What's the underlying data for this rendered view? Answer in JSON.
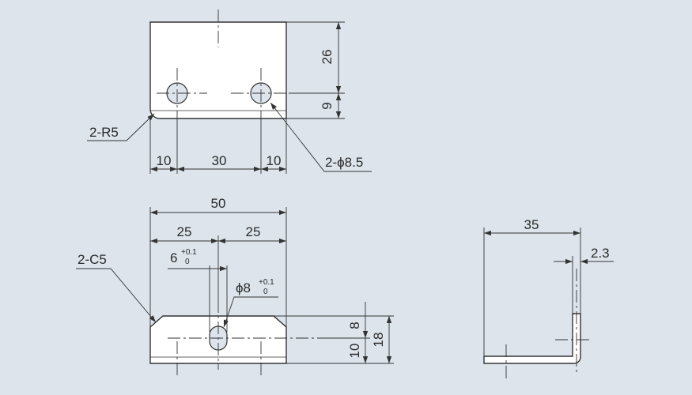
{
  "colors": {
    "background": "#dde4ec",
    "part_fill": "#ffffff",
    "line": "#333333"
  },
  "top_view": {
    "corner_radius_note": "2-R5",
    "hole_note": "2-ϕ8.5",
    "dim_height_upper": "26",
    "dim_height_lower": "9",
    "dim_left_edge": "10",
    "dim_hole_pitch": "30",
    "dim_right_edge": "10"
  },
  "front_view": {
    "dim_overall_width": "50",
    "dim_half_left": "25",
    "dim_half_right": "25",
    "chamfer_note": "2-C5",
    "slot_width": "6",
    "slot_tol_upper": "+0.1",
    "slot_tol_lower": "0",
    "hole_dia": "ϕ8",
    "hole_tol_upper": "+0.1",
    "hole_tol_lower": "0",
    "dim_upper_height": "8",
    "dim_lower_height": "10",
    "dim_total_height": "18"
  },
  "side_view": {
    "dim_leg_length": "35",
    "dim_thickness": "2.3"
  }
}
